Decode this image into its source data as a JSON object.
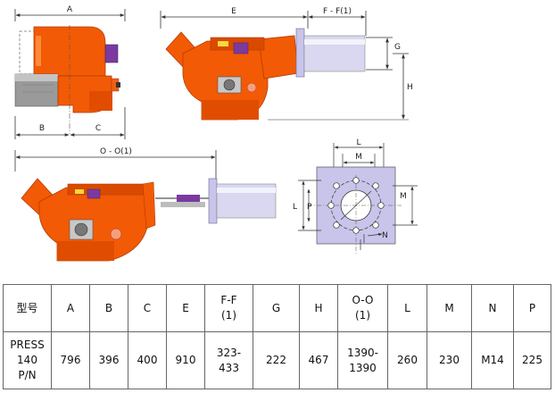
{
  "dimension_labels": {
    "a": "A",
    "b": "B",
    "c": "C",
    "e": "E",
    "ff": "F - F(1)",
    "g": "G",
    "h": "H",
    "oo": "O - O(1)",
    "flange_l_top": "L",
    "flange_m_top": "M",
    "flange_l_side": "L",
    "flange_m_side": "M",
    "flange_p": "P",
    "flange_n": "N"
  },
  "colors": {
    "body_orange": "#f25a05",
    "body_dark": "#c84000",
    "motor_grey": "#9a9a9a",
    "nozzle_light": "#d9d8f0",
    "flange_lilac": "#c8c4ea",
    "valve_purple": "#7a3aa0",
    "dim_line": "#333333"
  },
  "table": {
    "headers": [
      [
        "型号"
      ],
      [
        "A"
      ],
      [
        "B"
      ],
      [
        "C"
      ],
      [
        "E"
      ],
      [
        "F-F",
        "(1)"
      ],
      [
        "G"
      ],
      [
        "H"
      ],
      [
        "O-O",
        "(1)"
      ],
      [
        "L"
      ],
      [
        "M"
      ],
      [
        "N"
      ],
      [
        "P"
      ]
    ],
    "row": [
      [
        "PRESS",
        "140",
        "P/N"
      ],
      [
        "796"
      ],
      [
        "396"
      ],
      [
        "400"
      ],
      [
        "910"
      ],
      [
        "323-",
        "433"
      ],
      [
        "222"
      ],
      [
        "467"
      ],
      [
        "1390-",
        "1390"
      ],
      [
        "260"
      ],
      [
        "230"
      ],
      [
        "M14"
      ],
      [
        "225"
      ]
    ]
  }
}
